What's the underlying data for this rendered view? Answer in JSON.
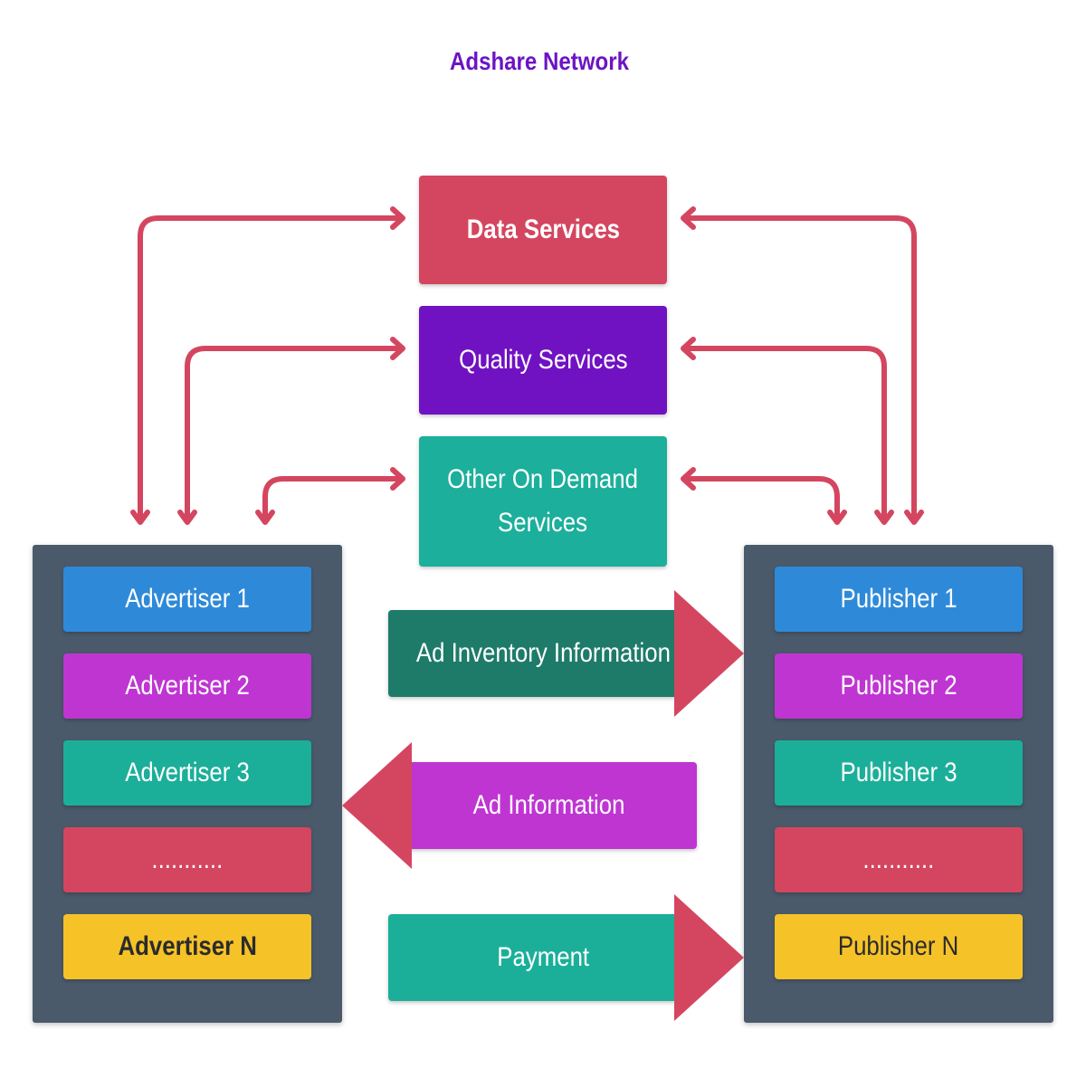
{
  "title": "Adshare Network",
  "services": {
    "data": "Data Services",
    "quality": "Quality Services",
    "on_demand_line1": "Other On Demand",
    "on_demand_line2": "Services"
  },
  "advertisers": [
    "Advertiser 1",
    "Advertiser 2",
    "Advertiser 3",
    "...........",
    "Advertiser N"
  ],
  "publishers": [
    "Publisher 1",
    "Publisher 2",
    "Publisher 3",
    "...........",
    "Publisher N"
  ],
  "flows": {
    "inventory": "Ad Inventory Information",
    "ad_info": "Ad Information",
    "payment": "Payment"
  },
  "colors": {
    "title": "#6c14c4",
    "connector": "#d4465f",
    "panel": "#4a5a6b",
    "blue": "#2e8ad9",
    "purple": "#bf35d2",
    "teal": "#1baf9a",
    "red": "#d4465f",
    "yellow": "#f5c228",
    "dark_teal": "#1e7b69",
    "violet": "#7012c2"
  }
}
